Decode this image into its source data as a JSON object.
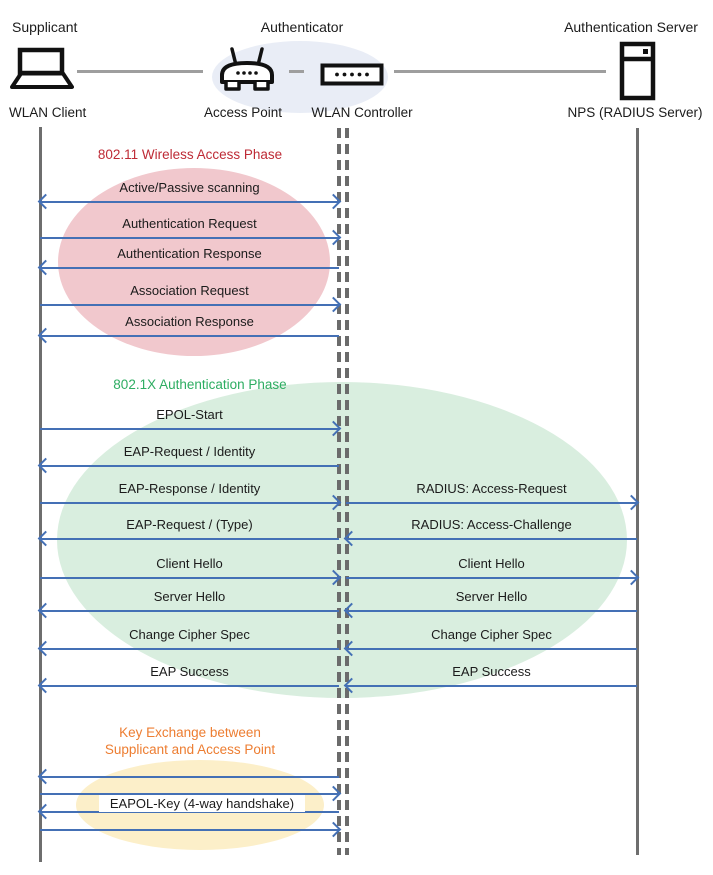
{
  "header": {
    "supplicant": "Supplicant",
    "authenticator": "Authenticator",
    "authentication_server": "Authentication Server"
  },
  "devices": {
    "wlan_client": "WLAN Client",
    "access_point": "Access Point",
    "wlan_controller": "WLAN Controller",
    "radius_server": "NPS (RADIUS Server)"
  },
  "phases": {
    "wireless_access": {
      "title": "802.11 Wireless Access Phase",
      "title_color": "#BE2B36",
      "ellipse_fill": "#F1C8CD"
    },
    "authentication": {
      "title": "802.1X Authentication Phase",
      "title_color": "#2EAD62",
      "ellipse_fill": "#D9EEDF"
    },
    "key_exchange": {
      "title_line1": "Key Exchange between",
      "title_line2": "Supplicant and Access Point",
      "title_color": "#ED7D31",
      "ellipse_fill": "#FCEFC9",
      "label": "EAPOL-Key (4-way handshake)",
      "arrow_directions": [
        "left",
        "right",
        "left",
        "right"
      ]
    }
  },
  "messages": [
    {
      "label": "Active/Passive scanning",
      "from": "WLAN Client",
      "to": "WLAN Controller",
      "direction": "both"
    },
    {
      "label": "Authentication Request",
      "from": "WLAN Client",
      "to": "WLAN Controller",
      "direction": "right"
    },
    {
      "label": "Authentication Response",
      "from": "WLAN Controller",
      "to": "WLAN Client",
      "direction": "left"
    },
    {
      "label": "Association Request",
      "from": "WLAN Client",
      "to": "WLAN Controller",
      "direction": "right"
    },
    {
      "label": "Association Response",
      "from": "WLAN Controller",
      "to": "WLAN Client",
      "direction": "left"
    },
    {
      "label": "EPOL-Start",
      "from": "WLAN Client",
      "to": "WLAN Controller",
      "direction": "right"
    },
    {
      "label": "EAP-Request / Identity",
      "from": "WLAN Controller",
      "to": "WLAN Client",
      "direction": "left"
    },
    {
      "label": "EAP-Response / Identity",
      "from": "WLAN Client",
      "to": "WLAN Controller",
      "direction": "right"
    },
    {
      "label": "RADIUS: Access-Request",
      "from": "WLAN Controller",
      "to": "NPS (RADIUS Server)",
      "direction": "right"
    },
    {
      "label": "EAP-Request / (Type)",
      "from": "WLAN Controller",
      "to": "WLAN Client",
      "direction": "left"
    },
    {
      "label": "RADIUS: Access-Challenge",
      "from": "NPS (RADIUS Server)",
      "to": "WLAN Controller",
      "direction": "left"
    },
    {
      "label": "Client Hello",
      "from": "WLAN Client",
      "to": "WLAN Controller",
      "direction": "right"
    },
    {
      "label": "Client Hello",
      "from": "WLAN Controller",
      "to": "NPS (RADIUS Server)",
      "direction": "right"
    },
    {
      "label": "Server Hello",
      "from": "WLAN Controller",
      "to": "WLAN Client",
      "direction": "left"
    },
    {
      "label": "Server Hello",
      "from": "NPS (RADIUS Server)",
      "to": "WLAN Controller",
      "direction": "left"
    },
    {
      "label": "Change Cipher Spec",
      "from": "WLAN Controller",
      "to": "WLAN Client",
      "direction": "left"
    },
    {
      "label": "Change Cipher Spec",
      "from": "NPS (RADIUS Server)",
      "to": "WLAN Controller",
      "direction": "left"
    },
    {
      "label": "EAP Success",
      "from": "WLAN Controller",
      "to": "WLAN Client",
      "direction": "left"
    },
    {
      "label": "EAP Success",
      "from": "NPS (RADIUS Server)",
      "to": "WLAN Controller",
      "direction": "left"
    }
  ],
  "colors": {
    "arrow_blue": "#4470B5",
    "lifeline_gray": "#6E6E6E",
    "connector_gray": "#9E9E9E",
    "authenticator_highlight": "#E9EDF6"
  }
}
